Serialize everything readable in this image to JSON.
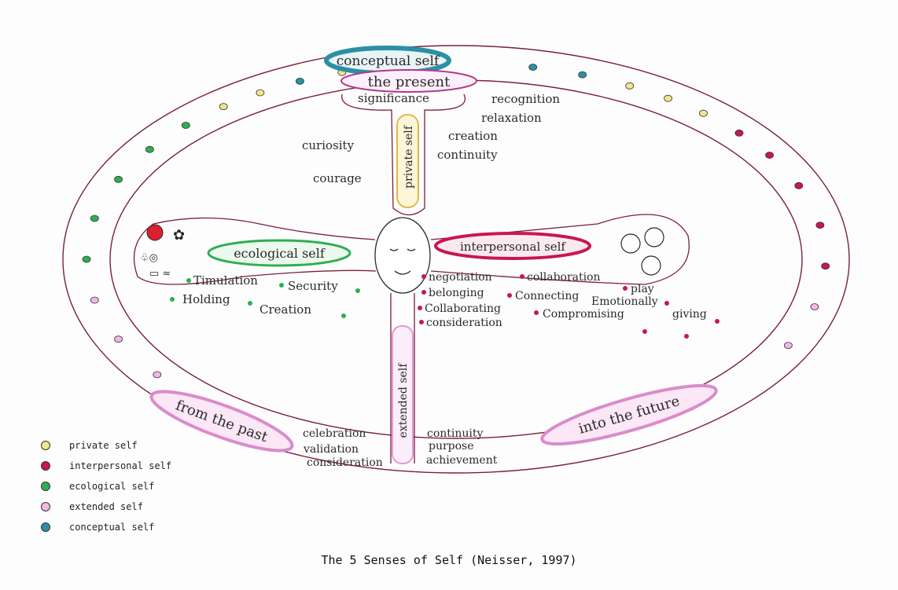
{
  "colors": {
    "private": "#f2e58a",
    "interpersonal": "#c8174f",
    "ecological": "#2fae52",
    "extended": "#f2b6e6",
    "conceptual": "#2d8fa6",
    "outline": "#7a1f3d",
    "ink": "#2a2a2a"
  },
  "labels": {
    "conceptual_self": "conceptual self",
    "the_present": "the present",
    "private_self": "private self",
    "ecological_self": "ecological self",
    "interpersonal_self": "interpersonal self",
    "extended_self": "extended self",
    "from_the_past": "from the past",
    "into_the_future": "into the future"
  },
  "private_terms": [
    "significance",
    "recognition",
    "relaxation",
    "creation",
    "continuity",
    "curiosity",
    "courage"
  ],
  "ecological_terms": [
    "Timulation",
    "Security",
    "Holding",
    "Creation"
  ],
  "interpersonal_terms": [
    "negotiation",
    "collaboration",
    "belonging",
    "Connecting",
    "Emotionally",
    "play",
    "giving",
    "Collaborating",
    "Compromising",
    "consideration"
  ],
  "extended_left_terms": [
    "celebration",
    "validation",
    "consideration"
  ],
  "extended_right_terms": [
    "continuity",
    "purpose",
    "achievement"
  ],
  "legend": [
    {
      "label": "private self",
      "color": "#f2e58a"
    },
    {
      "label": "interpersonal self",
      "color": "#c8174f"
    },
    {
      "label": "ecological self",
      "color": "#2fae52"
    },
    {
      "label": "extended self",
      "color": "#f2b6e6"
    },
    {
      "label": "conceptual self",
      "color": "#2d8fa6"
    }
  ],
  "caption": "The 5 Senses of Self (Neisser, 1997)"
}
